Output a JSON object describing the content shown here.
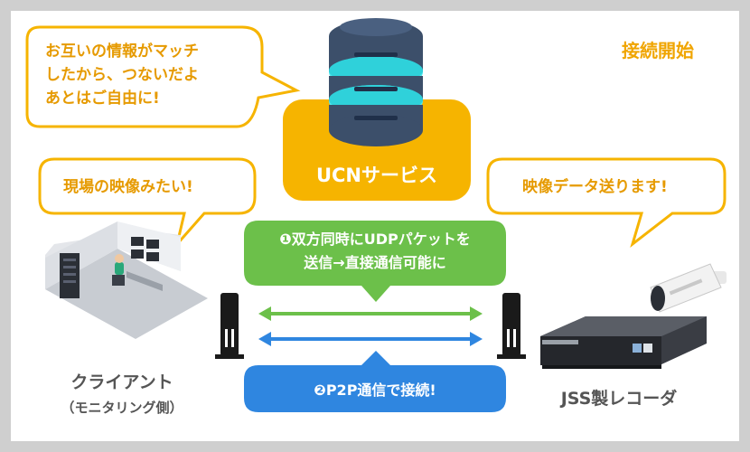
{
  "title": "接続開始",
  "ucn_bubble_lines": [
    "お互いの情報がマッチ",
    "したから、つないだよ",
    "あとはご自由に!"
  ],
  "ucn_label": "UCNサービス",
  "client_bubble": "現場の映像みたい!",
  "recorder_bubble": "映像データ送ります!",
  "step1": {
    "num": "❶",
    "line1": "双方同時にUDPパケットを",
    "line2": "送信→直接通信可能に"
  },
  "step2": {
    "num": "❷",
    "text": "P2P通信で接続!"
  },
  "client_label": "クライアント",
  "client_sublabel": "（モニタリング側）",
  "recorder_label": "JSS製レコーダ",
  "colors": {
    "accent": "#f6b400",
    "bubble_border": "#f6b400",
    "bubble_text": "#e69a00",
    "green": "#6cc04a",
    "blue": "#2f86e0",
    "server": "#3c4f6a",
    "server_glow": "#4ee8ee"
  }
}
